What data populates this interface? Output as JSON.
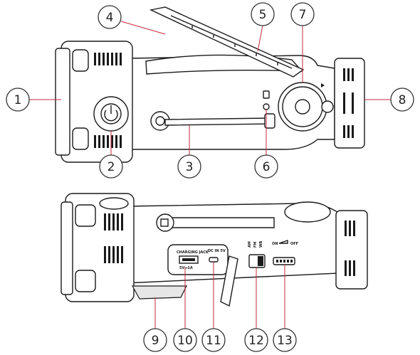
{
  "callouts": [
    {
      "id": 1,
      "label": "1"
    },
    {
      "id": 2,
      "label": "2"
    },
    {
      "id": 3,
      "label": "3"
    },
    {
      "id": 4,
      "label": "4"
    },
    {
      "id": 5,
      "label": "5"
    },
    {
      "id": 6,
      "label": "6"
    },
    {
      "id": 7,
      "label": "7"
    },
    {
      "id": 8,
      "label": "8"
    },
    {
      "id": 9,
      "label": "9"
    },
    {
      "id": 10,
      "label": "10"
    },
    {
      "id": 11,
      "label": "11"
    },
    {
      "id": 12,
      "label": "12"
    },
    {
      "id": 13,
      "label": "13"
    }
  ],
  "panel": {
    "charging_jack": "CHARGING JACK",
    "usb_rating": "5V⎓1A",
    "dc_in": "DC IN 5V",
    "band_am": "AM",
    "band_fm": "FM",
    "band_wb": "WB",
    "switch_on": "ON",
    "switch_off": "OFF"
  },
  "colors": {
    "leader": "#c6293b",
    "outline": "#1a1a1a"
  }
}
